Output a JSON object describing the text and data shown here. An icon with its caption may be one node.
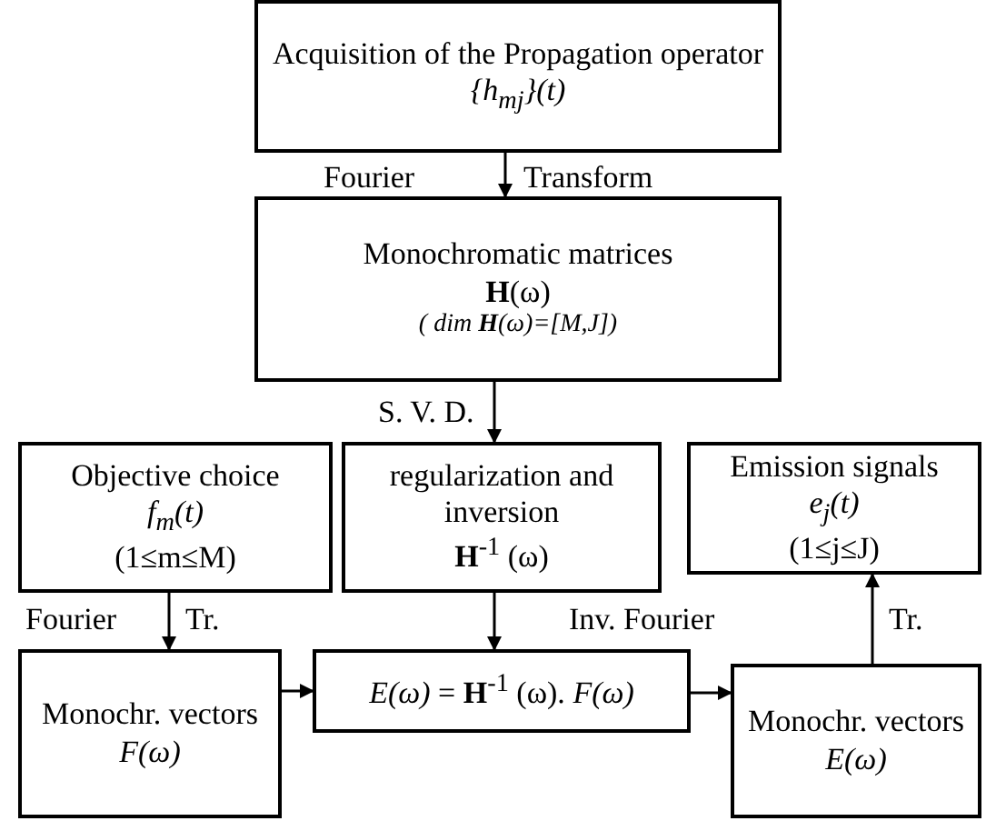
{
  "diagram": {
    "nodes": [
      {
        "text": [
          "Acquisition of the Propagation operator",
          "{h$_{mj}$}(t)"
        ]
      },
      {
        "text": [
          "Monochromatic matrices",
          "**H**(ω)",
          "( dim **H**(ω)=[M,J])"
        ]
      },
      {
        "text": [
          "Objective choice",
          "f$_{m}$(t)",
          "(1≤m≤M)"
        ]
      },
      {
        "text": [
          "regularization and inversion",
          "**H**$^{-1}$ (ω)"
        ]
      },
      {
        "text": [
          "Emission signals",
          "e$_{j}$(t)",
          "(1≤j≤J)"
        ]
      },
      {
        "text": [
          "Monochr. vectors",
          "F(ω)"
        ]
      },
      {
        "text": [
          "*E(ω)* = **H**$^{-1}$ (ω). *F(ω)*"
        ]
      },
      {
        "text": [
          "Monochr. vectors",
          "E(ω)"
        ]
      }
    ],
    "edges": [
      {
        "from": 0,
        "to": 1,
        "arrow": "to"
      },
      {
        "from": 1,
        "to": 3,
        "arrow": "to",
        "label": "S. V. D."
      },
      {
        "from": 2,
        "to": 5,
        "arrow": "to"
      },
      {
        "from": 3,
        "to": 6,
        "arrow": "to"
      },
      {
        "from": 5,
        "to": 6,
        "arrow": "to"
      },
      {
        "from": 6,
        "to": 7,
        "arrow": "to"
      },
      {
        "from": 7,
        "to": 4,
        "arrow": "to"
      }
    ],
    "labels": [
      "Fourier",
      "Transform",
      "Fourier",
      "Tr.",
      "Inv. Fourier",
      "Tr."
    ]
  }
}
